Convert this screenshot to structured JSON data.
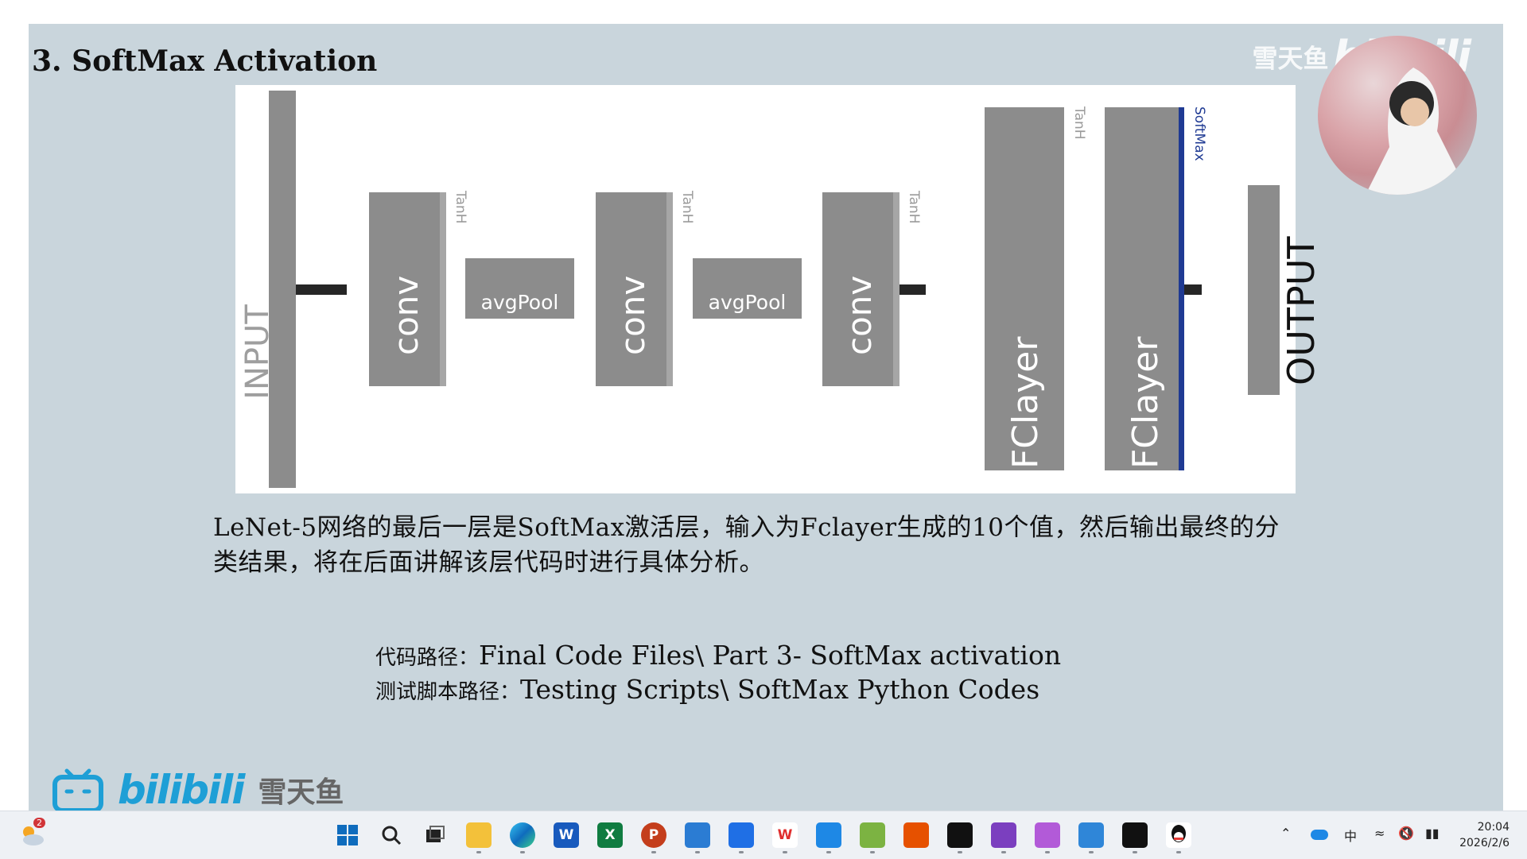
{
  "slide": {
    "title": "3. SoftMax Activation",
    "description_line1": "LeNet-5网络的最后一层是SoftMax激活层，输入为Fclayer生成的10个值，然后输出最终的分",
    "description_line2": "类结果，将在后面讲解该层代码时进行具体分析。",
    "code_path_label": "代码路径：",
    "code_path_value": "Final Code Files\\ Part 3- SoftMax activation",
    "test_path_label": "测试脚本路径：",
    "test_path_value": "Testing Scripts\\ SoftMax Python Codes"
  },
  "diagram": {
    "input_label": "INPUT",
    "conv_label": "conv",
    "pool_label": "avgPool",
    "tanh_label": "TanH",
    "fc_label": "FClayer",
    "softmax_label": "SoftMax",
    "output_label": "OUTPUT",
    "layer_color": "#8c8c8c",
    "softmax_color": "#1f3a93"
  },
  "watermark": {
    "channel_name": "雪天鱼",
    "brand": "bilibili"
  },
  "taskbar": {
    "weather_badge": "2",
    "tray_lang": "中",
    "time": "20:04",
    "date": "2026/2/6",
    "apps": [
      "start-icon",
      "search-icon",
      "task-view-icon",
      "file-explorer-icon",
      "edge-icon",
      "word-icon",
      "excel-icon",
      "powerpoint-icon",
      "photos-icon",
      "feishu-icon",
      "wps-icon",
      "app-blue-icon",
      "image-editor-icon",
      "matlab-icon",
      "capcut-icon",
      "visual-studio-icon",
      "app-triangle-icon",
      "notepad-icon",
      "capcut-icon-2",
      "qq-icon"
    ]
  }
}
